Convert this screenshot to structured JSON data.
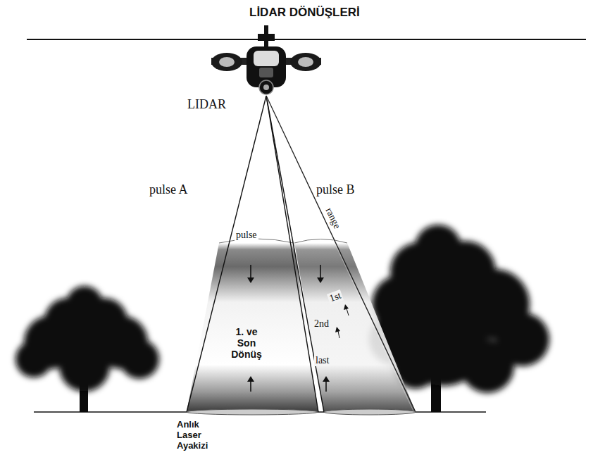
{
  "diagram": {
    "title": "LİDAR DÖNÜŞLERİ",
    "labels": [
      "LIDAR",
      "pulse A",
      "pulse B",
      "range",
      "pulse",
      "1st",
      "2nd",
      "last",
      "1. ve Son Dönüş",
      "Anlık Laser Ayakizi"
    ]
  }
}
